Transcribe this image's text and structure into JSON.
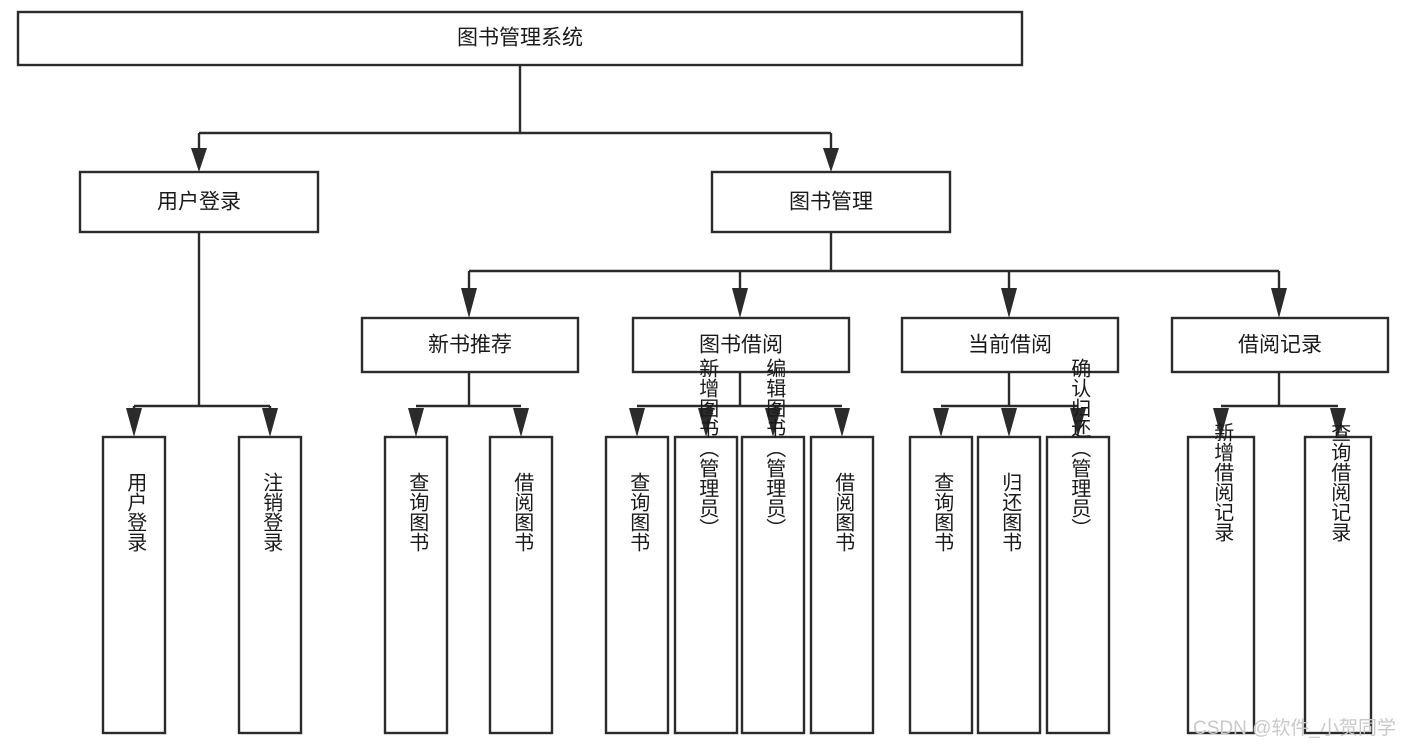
{
  "diagram": {
    "type": "tree-hierarchy-chart",
    "title": "图书管理系统",
    "orientation": "top-down",
    "colors": {
      "box_fill": "#ffffff",
      "box_stroke": "#2b2b2b",
      "connector": "#2b2b2b",
      "text": "#1a1a1a",
      "background": "#ffffff",
      "watermark": "#c9c9c9"
    },
    "root": {
      "id": "root",
      "label": "图书管理系统",
      "level": 0,
      "text_orientation": "horizontal"
    },
    "level1": [
      {
        "id": "user-login",
        "label": "用户登录",
        "level": 1,
        "text_orientation": "horizontal"
      },
      {
        "id": "book-manage",
        "label": "图书管理",
        "level": 1,
        "text_orientation": "horizontal"
      }
    ],
    "level2": [
      {
        "id": "new-book-recommend",
        "label": "新书推荐",
        "level": 2,
        "parent": "book-manage",
        "text_orientation": "horizontal"
      },
      {
        "id": "book-borrow",
        "label": "图书借阅",
        "level": 2,
        "parent": "book-manage",
        "text_orientation": "horizontal"
      },
      {
        "id": "current-borrow",
        "label": "当前借阅",
        "level": 2,
        "parent": "book-manage",
        "text_orientation": "horizontal"
      },
      {
        "id": "borrow-record",
        "label": "借阅记录",
        "level": 2,
        "parent": "book-manage",
        "text_orientation": "horizontal"
      }
    ],
    "leaves": [
      {
        "id": "leaf-user-login",
        "label": "用户登录",
        "parent": "user-login",
        "text_orientation": "vertical"
      },
      {
        "id": "leaf-logout-login",
        "label": "注销登录",
        "parent": "user-login",
        "text_orientation": "vertical"
      },
      {
        "id": "leaf-query-book-1",
        "label": "查询图书",
        "parent": "new-book-recommend",
        "text_orientation": "vertical"
      },
      {
        "id": "leaf-borrow-book-1",
        "label": "借阅图书",
        "parent": "new-book-recommend",
        "text_orientation": "vertical"
      },
      {
        "id": "leaf-query-book-2",
        "label": "查询图书",
        "parent": "book-borrow",
        "text_orientation": "vertical"
      },
      {
        "id": "leaf-add-book-admin",
        "label": "新增图书（管理员）",
        "parent": "book-borrow",
        "text_orientation": "vertical"
      },
      {
        "id": "leaf-edit-book-admin",
        "label": "编辑图书（管理员）",
        "parent": "book-borrow",
        "text_orientation": "vertical"
      },
      {
        "id": "leaf-borrow-book-2",
        "label": "借阅图书",
        "parent": "book-borrow",
        "text_orientation": "vertical"
      },
      {
        "id": "leaf-query-book-3",
        "label": "查询图书",
        "parent": "current-borrow",
        "text_orientation": "vertical"
      },
      {
        "id": "leaf-return-book",
        "label": "归还图书",
        "parent": "current-borrow",
        "text_orientation": "vertical"
      },
      {
        "id": "leaf-confirm-return-admin",
        "label": "确认归还（管理员）",
        "parent": "current-borrow",
        "text_orientation": "vertical"
      },
      {
        "id": "leaf-add-borrow-record",
        "label": "新增借阅记录",
        "parent": "borrow-record",
        "text_orientation": "vertical"
      },
      {
        "id": "leaf-query-borrow-record",
        "label": "查询借阅记录",
        "parent": "borrow-record",
        "text_orientation": "vertical"
      }
    ],
    "watermark": "CSDN @软件_小贺同学"
  }
}
